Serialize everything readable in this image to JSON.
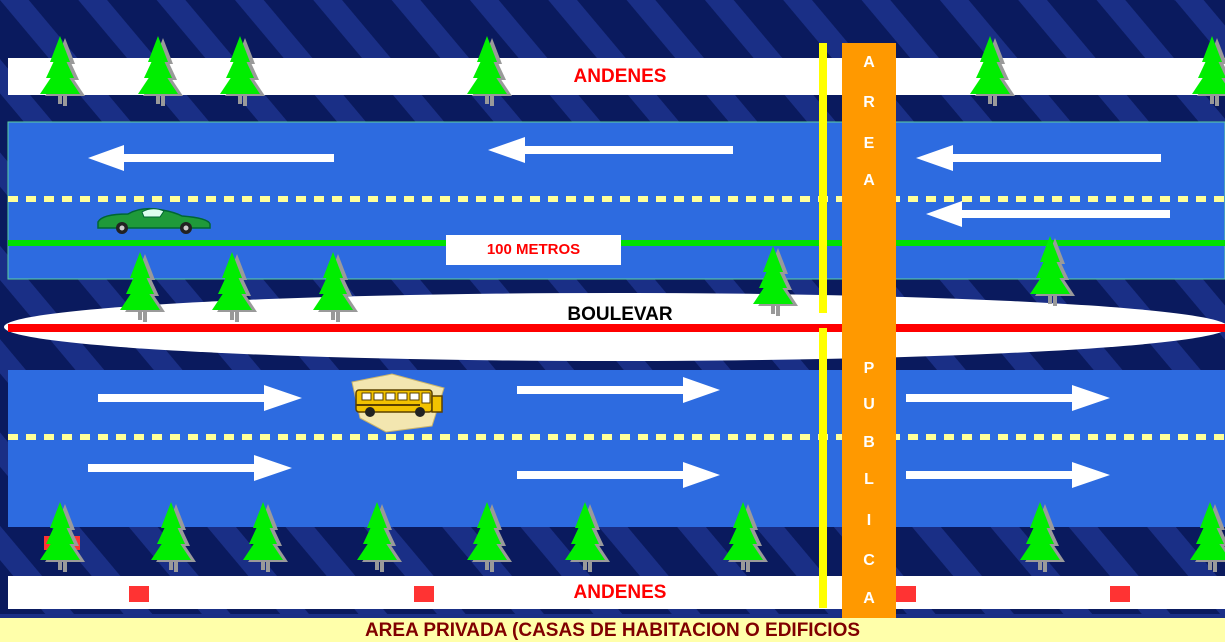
{
  "labels": {
    "andenes_top": "ANDENES",
    "andenes_bottom": "ANDENES",
    "distance": "100 METROS",
    "boulevar": "BOULEVAR",
    "area_privada": "AREA PRIVADA (CASAS DE HABITACION O EDIFICIOS"
  },
  "vertical_label": {
    "letters": [
      "A",
      "R",
      "E",
      "A",
      "P",
      "U",
      "B",
      "L",
      "I",
      "C",
      "A"
    ]
  },
  "colors": {
    "background": "#0a1a5e",
    "road": "#2d6be0",
    "sidewalk": "#ffffff",
    "centerline": "#ff0000",
    "distance_line": "#00e000",
    "lane_dashes": "#ffff99",
    "vertical_band": "#ff9900",
    "vertical_line": "#ffff00",
    "tree": "#00ee00",
    "label_red": "#ff0000",
    "footer_band": "#ffffaa",
    "footer_text": "#800000"
  },
  "icons": {
    "trees": "pine-tree-icon",
    "car": "car-icon",
    "bus": "school-bus-icon",
    "arrows": "arrow-icon"
  }
}
